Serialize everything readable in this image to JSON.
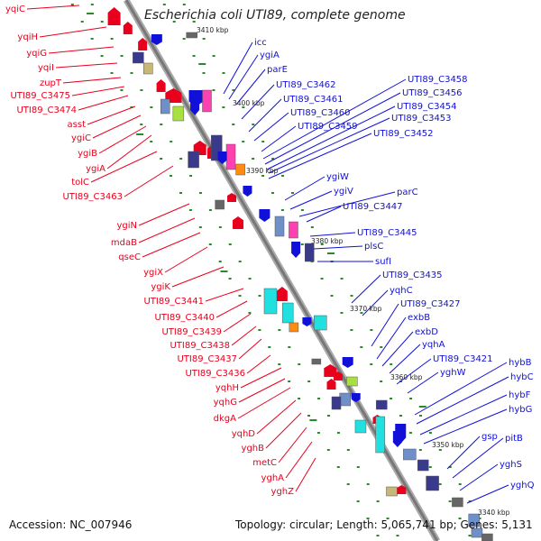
{
  "title": "Escherichia coli UTI89, complete genome",
  "accession": "Accession: NC_007946",
  "topology": "Topology: circular; Length: 5,065,741 bp; Genes: 5,131",
  "colors": {
    "forward": "#e8001c",
    "reverse": "#1010d8",
    "backbone": "#888888",
    "tick": "#2a8a2a"
  },
  "kbp_labels": [
    "3410 kbp",
    "3400 kbp",
    "3390 kbp",
    "3380 kbp",
    "3370 kbp",
    "3360 kbp",
    "3350 kbp",
    "3340 kbp"
  ],
  "left_labels": [
    "yqiC",
    "yqiH",
    "yqiG",
    "yqiI",
    "zupT",
    "UTI89_C3475",
    "UTI89_C3474",
    "asst",
    "ygiC",
    "ygiB",
    "ygiA",
    "tolC",
    "UTI89_C3463",
    "ygiN",
    "mdaB",
    "qseC",
    "ygiX",
    "ygiK",
    "UTI89_C3441",
    "UTI89_C3440",
    "UTI89_C3439",
    "UTI89_C3438",
    "UTI89_C3437",
    "UTI89_C3436",
    "yqhH",
    "yqhG",
    "dkgA",
    "yqhD",
    "yghB",
    "metC",
    "yghA",
    "yghZ"
  ],
  "right_labels": [
    "icc",
    "ygiA",
    "parE",
    "UTI89_C3462",
    "UTI89_C3461",
    "UTI89_C3460",
    "UTI89_C3459",
    "UTI89_C3458",
    "UTI89_C3456",
    "UTI89_C3454",
    "UTI89_C3453",
    "UTI89_C3452",
    "ygiW",
    "ygiV",
    "parC",
    "UTI89_C3447",
    "UTI89_C3445",
    "plsC",
    "sufI",
    "UTI89_C3435",
    "yqhC",
    "UTI89_C3427",
    "exbB",
    "exbD",
    "yqhA",
    "UTI89_C3421",
    "yghW",
    "hybB",
    "hybC",
    "hybF",
    "hybG",
    "gsp",
    "pitB",
    "yghS",
    "yghQ"
  ]
}
